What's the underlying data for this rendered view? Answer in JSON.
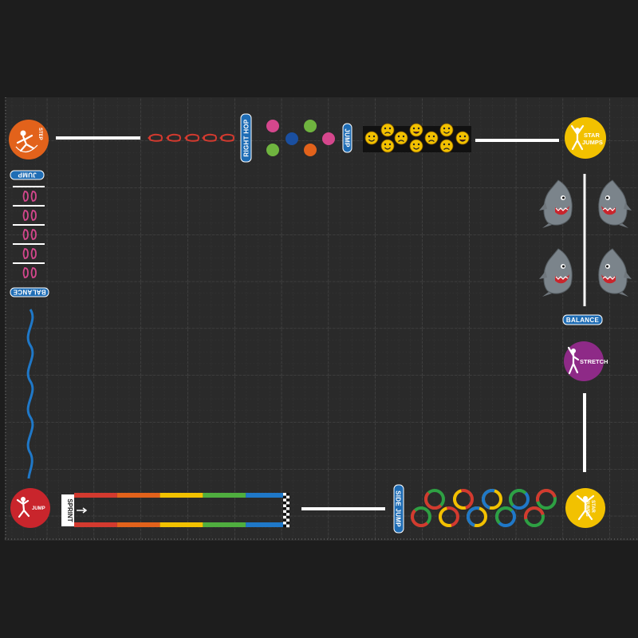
{
  "colors": {
    "background": "#1d1d1d",
    "board": "#2c2c2c",
    "grid": "#4a4a4a",
    "pill_blue": "#1f6db5",
    "white_line": "#ffffff",
    "orange": "#e2621b",
    "yellow": "#f2c100",
    "purple": "#8e2a87",
    "red": "#c9252c",
    "wave_blue": "#1f78c8"
  },
  "badges": {
    "top_left": {
      "text": "STEP",
      "icon": "skipping-figure-icon",
      "color": "#e2621b"
    },
    "top_right": {
      "text": "STAR JUMPS",
      "icon": "star-jump-figure-icon",
      "color": "#f2c100"
    },
    "stretch": {
      "text": "STRETCH",
      "icon": "stretch-figure-icon",
      "color": "#8e2a87"
    },
    "bottom_left": {
      "text": "JUMP",
      "icon": "jumping-figure-icon",
      "color": "#c9252c"
    },
    "bottom_right": {
      "text": "STAR JUMPS",
      "icon": "star-jump-figure-icon",
      "color": "#f2c100"
    }
  },
  "labels": {
    "right_hop": "RIGHT HOP",
    "jump_top": "JUMP",
    "jump_left": "JUMP",
    "balance_left": "BALANCE",
    "balance_right": "BALANCE",
    "side_jump": "SIDE JUMP",
    "sprint": "SPRINT"
  },
  "hop_dots": [
    {
      "color": "#d5478d"
    },
    {
      "color": "#6fb43f"
    },
    {
      "color": "#1a4fa0"
    },
    {
      "color": "#6fb43f"
    },
    {
      "color": "#e2621b"
    },
    {
      "color": "#d5478d"
    }
  ],
  "emoji_icons": [
    "smiley-icon",
    "angry-face-icon",
    "grin-face-icon",
    "sad-face-icon",
    "laughing-face-icon"
  ],
  "shark_icon": "shark-icon",
  "ring_colors": [
    "#2ea043",
    "#d33a2f",
    "#f2c100",
    "#1f78c8"
  ],
  "track_colors": [
    "#d33a2f",
    "#e2621b",
    "#f2c100",
    "#4fae3f",
    "#1f78c8"
  ]
}
